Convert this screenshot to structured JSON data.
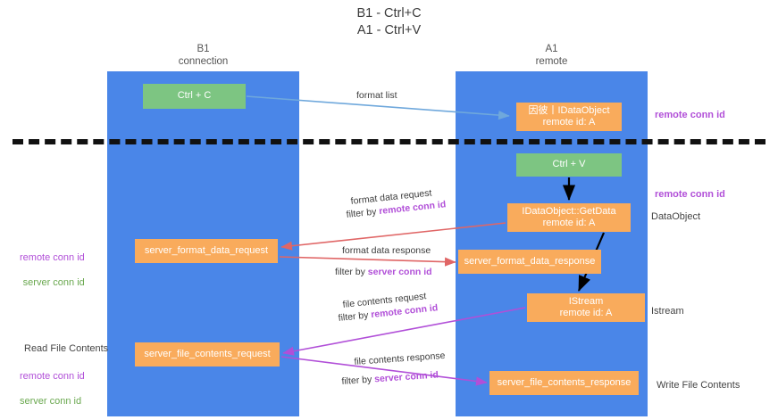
{
  "title": "B1 - Ctrl+C\nA1 - Ctrl+V",
  "lanes": {
    "left": {
      "name": "B1",
      "role": "connection",
      "header": "B1\nconnection",
      "color": "#4a86e8"
    },
    "right": {
      "name": "A1",
      "role": "remote",
      "header": "A1\nremote",
      "color": "#4a86e8"
    }
  },
  "colors": {
    "lane": "#4a86e8",
    "green_box": "#7dc582",
    "orange_box": "#f9ab5c",
    "purple_text": "#b14fd8",
    "green_text": "#6aa84f",
    "divider": "#111111",
    "arrow_blue": "#6fa8dc",
    "arrow_red": "#e06666",
    "arrow_black": "#000000",
    "arrow_purple": "#b14fd8"
  },
  "boxes": {
    "ctrl_c": "Ctrl + C",
    "idataobject": "因彼丨IDataObject\nremote id: A",
    "ctrl_v": "Ctrl + V",
    "getdata": "IDataObject::GetData\nremote id: A",
    "format_data_request": "server_format_data_request",
    "format_data_response": "server_format_data_response",
    "istream": "IStream\nremote id: A",
    "file_contents_request": "server_file_contents_request",
    "file_contents_response": "server_file_contents_response"
  },
  "flow_labels": {
    "format_list": "format list",
    "format_data_request": "format data request",
    "format_data_request_filter_prefix": "filter by ",
    "format_data_request_filter_key": "remote conn id",
    "format_data_response": "format data response",
    "format_data_response_filter_prefix": "filter by ",
    "format_data_response_filter_key": "server conn id",
    "file_contents_request": "file contents request",
    "file_contents_request_filter_prefix": "filter by ",
    "file_contents_request_filter_key": "remote conn id",
    "file_contents_response": "file contents response",
    "file_contents_response_filter_prefix": "filter by ",
    "file_contents_response_filter_key": "server conn id"
  },
  "annotations": {
    "right_remote_conn_id_1": "remote conn id",
    "right_remote_conn_id_2": "remote conn id",
    "right_dataobject": "DataObject",
    "right_istream": "Istream",
    "right_write_file_contents": "Write File Contents",
    "left_remote_conn_id": "remote conn id",
    "left_server_conn_id": "server conn id",
    "left_read_file_contents": "Read File Contents",
    "left_remote_conn_id_2": "remote conn id",
    "left_server_conn_id_2": "server conn id"
  }
}
